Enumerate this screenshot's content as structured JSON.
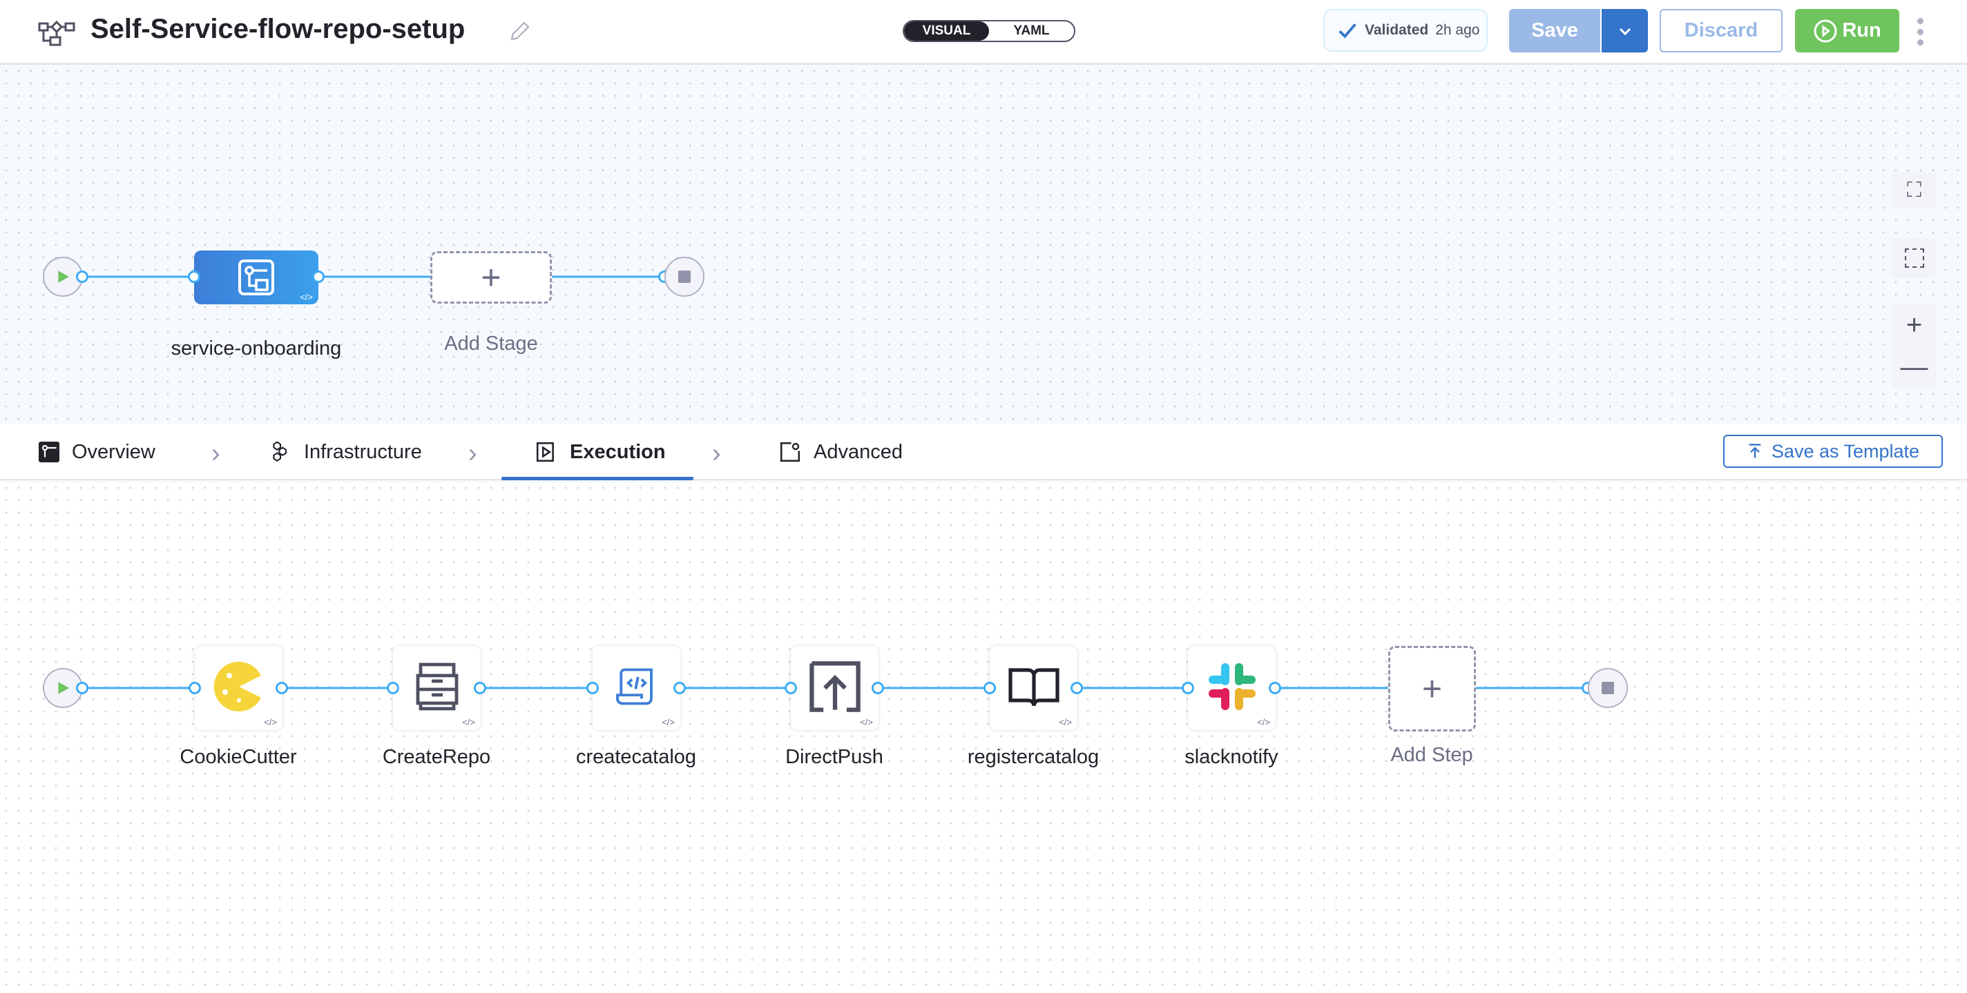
{
  "header": {
    "title": "Self-Service-flow-repo-setup",
    "view_toggle": {
      "options": [
        "VISUAL",
        "YAML"
      ],
      "selected": "VISUAL"
    },
    "validation": {
      "label": "Validated",
      "time": "2h ago"
    },
    "save_label": "Save",
    "discard_label": "Discard",
    "run_label": "Run"
  },
  "stages": {
    "items": [
      {
        "label": "service-onboarding",
        "icon": "stage-icon"
      }
    ],
    "add_label": "Add Stage"
  },
  "tabs": {
    "items": [
      {
        "label": "Overview",
        "icon": "overview-icon"
      },
      {
        "label": "Infrastructure",
        "icon": "infrastructure-icon"
      },
      {
        "label": "Execution",
        "icon": "execution-icon"
      },
      {
        "label": "Advanced",
        "icon": "advanced-icon"
      }
    ],
    "active": "Execution",
    "save_template_label": "Save as Template"
  },
  "steps": {
    "items": [
      {
        "label": "CookieCutter",
        "icon": "cookiecutter-icon"
      },
      {
        "label": "CreateRepo",
        "icon": "cabinet-icon"
      },
      {
        "label": "createcatalog",
        "icon": "script-icon"
      },
      {
        "label": "DirectPush",
        "icon": "push-icon"
      },
      {
        "label": "registercatalog",
        "icon": "book-icon"
      },
      {
        "label": "slacknotify",
        "icon": "slack-icon"
      }
    ],
    "add_label": "Add Step"
  },
  "colors": {
    "accent": "#3474ca",
    "run": "#70c45e",
    "connector": "#3dabf5"
  }
}
